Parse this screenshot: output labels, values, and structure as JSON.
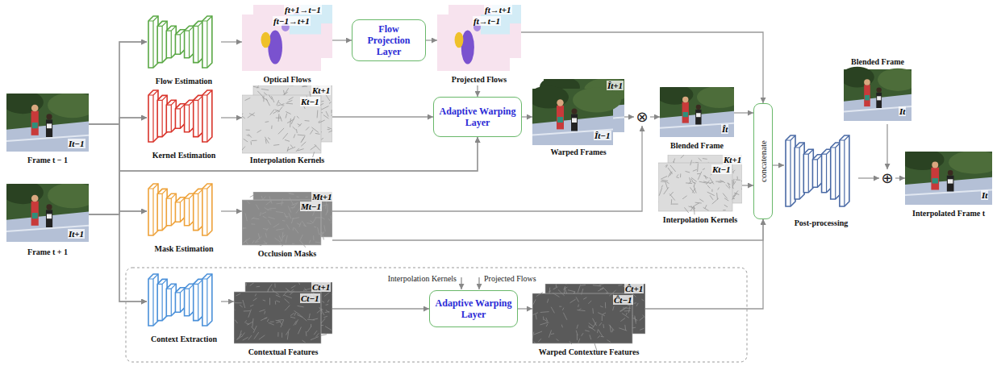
{
  "diagram": {
    "nodes": [
      {
        "text": [
          "Frame t − 1",
          "It−1"
        ]
      },
      {
        "text": [
          "Frame t + 1",
          "It+1"
        ]
      },
      {
        "text": [
          "Flow Estimation"
        ]
      },
      {
        "text": [
          "Kernel Estimation"
        ]
      },
      {
        "text": [
          "Mask Estimation"
        ]
      },
      {
        "text": [
          "Context Extraction"
        ]
      },
      {
        "text": [
          "Optical Flows",
          "ft+1→t−1",
          "ft−1→t+1"
        ]
      },
      {
        "text": [
          "Flow Projection Layer"
        ]
      },
      {
        "text": [
          "Projected Flows",
          "ft→t+1",
          "ft→t−1"
        ]
      },
      {
        "text": [
          "Interpolation Kernels",
          "Kt+1",
          "Kt−1"
        ]
      },
      {
        "text": [
          "Adaptive Warping Layer"
        ]
      },
      {
        "text": [
          "Warped Frames",
          "Ît+1",
          "Ît−1"
        ]
      },
      {
        "text": [
          "⊗"
        ]
      },
      {
        "text": [
          "Blended Frame",
          "Ît"
        ]
      },
      {
        "text": [
          "Occlusion Masks",
          "Mt+1",
          "Mt−1"
        ]
      },
      {
        "text": [
          "Interpolation Kernels",
          "Kt+1",
          "Kt−1"
        ]
      },
      {
        "text": [
          "concatenate"
        ]
      },
      {
        "text": [
          "Post-processing"
        ]
      },
      {
        "text": [
          "Blended Frame",
          "It"
        ]
      },
      {
        "text": [
          "⊕"
        ]
      },
      {
        "text": [
          "Interpolated Frame t",
          "It"
        ]
      },
      {
        "text": [
          "Contextual Features",
          "Ct+1",
          "Ct−1"
        ]
      },
      {
        "text": [
          "Adaptive Warping Layer"
        ]
      },
      {
        "text": [
          "Warped Contexture Features",
          "Ĉt+1",
          "Ĉt−1"
        ]
      }
    ],
    "edges": [
      {
        "from": 0,
        "to": 2,
        "arrow": "to"
      },
      {
        "from": 0,
        "to": 3,
        "arrow": "to"
      },
      {
        "from": 0,
        "to": 4,
        "arrow": "to"
      },
      {
        "from": 0,
        "to": 5,
        "arrow": "to"
      },
      {
        "from": 1,
        "to": 2,
        "arrow": "to"
      },
      {
        "from": 1,
        "to": 3,
        "arrow": "to"
      },
      {
        "from": 1,
        "to": 4,
        "arrow": "to"
      },
      {
        "from": 1,
        "to": 5,
        "arrow": "to"
      },
      {
        "from": 0,
        "to": 10,
        "arrow": "to"
      },
      {
        "from": 1,
        "to": 10,
        "arrow": "to"
      },
      {
        "from": 2,
        "to": 6,
        "arrow": "to"
      },
      {
        "from": 6,
        "to": 7,
        "arrow": "to"
      },
      {
        "from": 7,
        "to": 8,
        "arrow": "to"
      },
      {
        "from": 8,
        "to": 10,
        "arrow": "to"
      },
      {
        "from": 8,
        "to": 16,
        "arrow": "to"
      },
      {
        "from": 3,
        "to": 9,
        "arrow": "to"
      },
      {
        "from": 9,
        "to": 10,
        "arrow": "to"
      },
      {
        "from": 10,
        "to": 11,
        "arrow": "to"
      },
      {
        "from": 11,
        "to": 12,
        "arrow": "to"
      },
      {
        "from": 12,
        "to": 13,
        "arrow": "to"
      },
      {
        "from": 13,
        "to": 16,
        "arrow": "to"
      },
      {
        "from": 4,
        "to": 14,
        "arrow": "to"
      },
      {
        "from": 14,
        "to": 12,
        "arrow": "to"
      },
      {
        "from": 14,
        "to": 16,
        "arrow": "to"
      },
      {
        "from": 15,
        "to": 16,
        "arrow": "to"
      },
      {
        "from": 5,
        "to": 21,
        "arrow": "to"
      },
      {
        "from": 21,
        "to": 22,
        "arrow": "to"
      },
      {
        "from": 22,
        "to": 23,
        "arrow": "to"
      },
      {
        "from": 23,
        "to": 16,
        "arrow": "to"
      },
      {
        "from": 16,
        "to": 17,
        "arrow": "to"
      },
      {
        "from": 17,
        "to": 19,
        "arrow": "to"
      },
      {
        "from": 18,
        "to": 19,
        "arrow": "to"
      },
      {
        "from": 19,
        "to": 20,
        "arrow": "to"
      }
    ],
    "labels": [
      "Interpolation Kernels",
      "Projected Flows"
    ]
  }
}
